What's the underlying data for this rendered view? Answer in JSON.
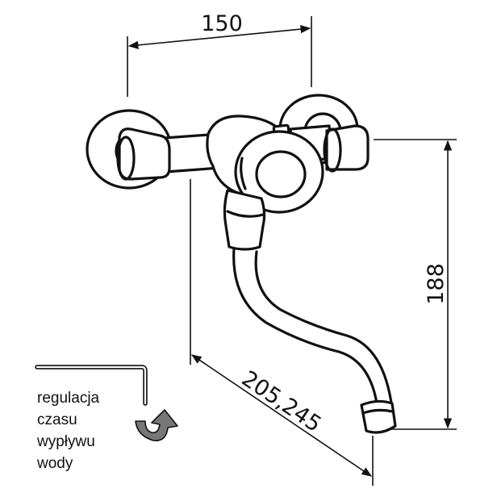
{
  "dimensions": {
    "width_top": "150",
    "height_right": "188",
    "spout_reach": "205,245"
  },
  "note": {
    "lines": [
      "regulacja",
      "czasu",
      "wypływu",
      "wody"
    ]
  },
  "icons": [
    "allen-key-icon",
    "rotate-arrow-icon"
  ]
}
